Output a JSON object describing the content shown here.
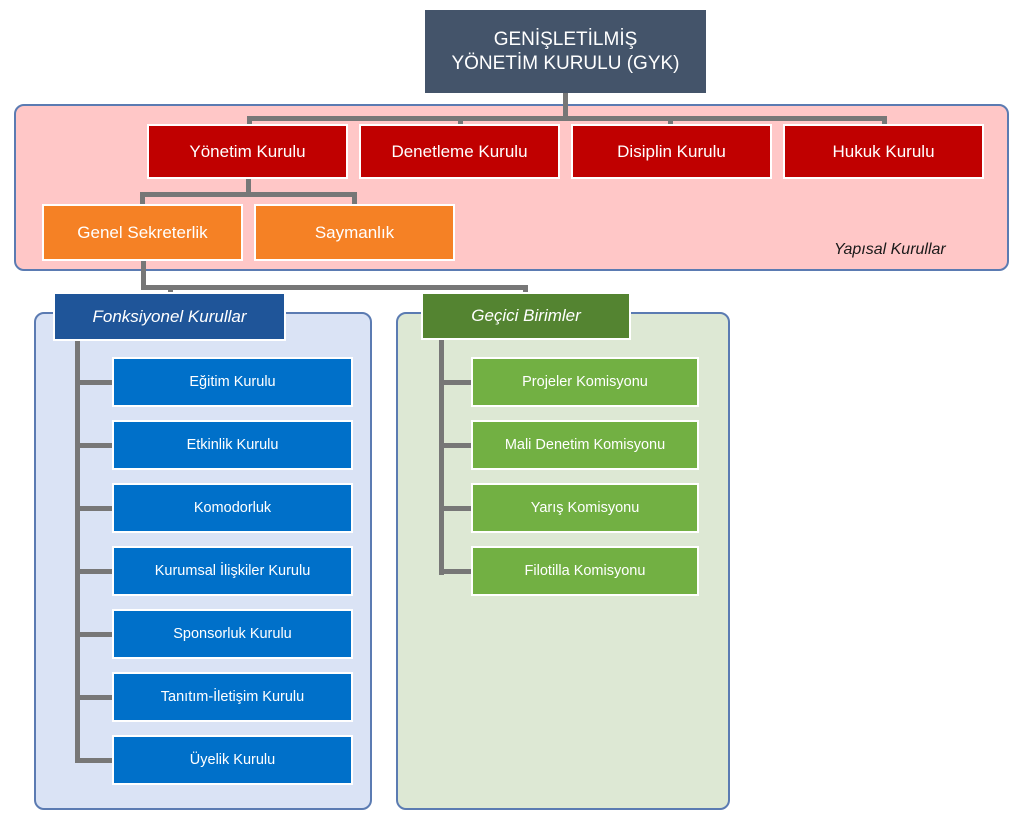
{
  "root": {
    "label_line1": "GENİŞLETİLMİŞ",
    "label_line2": "YÖNETİM KURULU (GYK)"
  },
  "structural": {
    "group_label": "Yapısal Kurullar",
    "boards": [
      "Yönetim Kurulu",
      "Denetleme Kurulu",
      "Disiplin Kurulu",
      "Hukuk Kurulu"
    ],
    "sub_units": [
      "Genel Sekreterlik",
      "Saymanlık"
    ]
  },
  "functional": {
    "header": "Fonksiyonel Kurullar",
    "items": [
      "Eğitim Kurulu",
      "Etkinlik Kurulu",
      "Komodorluk",
      "Kurumsal İlişkiler Kurulu",
      "Sponsorluk Kurulu",
      "Tanıtım-İletişim Kurulu",
      "Üyelik Kurulu"
    ]
  },
  "temporary": {
    "header": "Geçici Birimler",
    "items": [
      "Projeler Komisyonu",
      "Mali Denetim Komisyonu",
      "Yarış Komisyonu",
      "Filotilla Komisyonu"
    ]
  },
  "colors": {
    "root": "#44546a",
    "board": "#c00000",
    "sub_unit": "#f58125",
    "functional_header": "#1f5599",
    "functional_item": "#0070c9",
    "temporary_header": "#548431",
    "temporary_item": "#72b043",
    "structural_bg": "#ffc7c7",
    "functional_bg": "#dae3f5",
    "temporary_bg": "#dde8d4"
  }
}
